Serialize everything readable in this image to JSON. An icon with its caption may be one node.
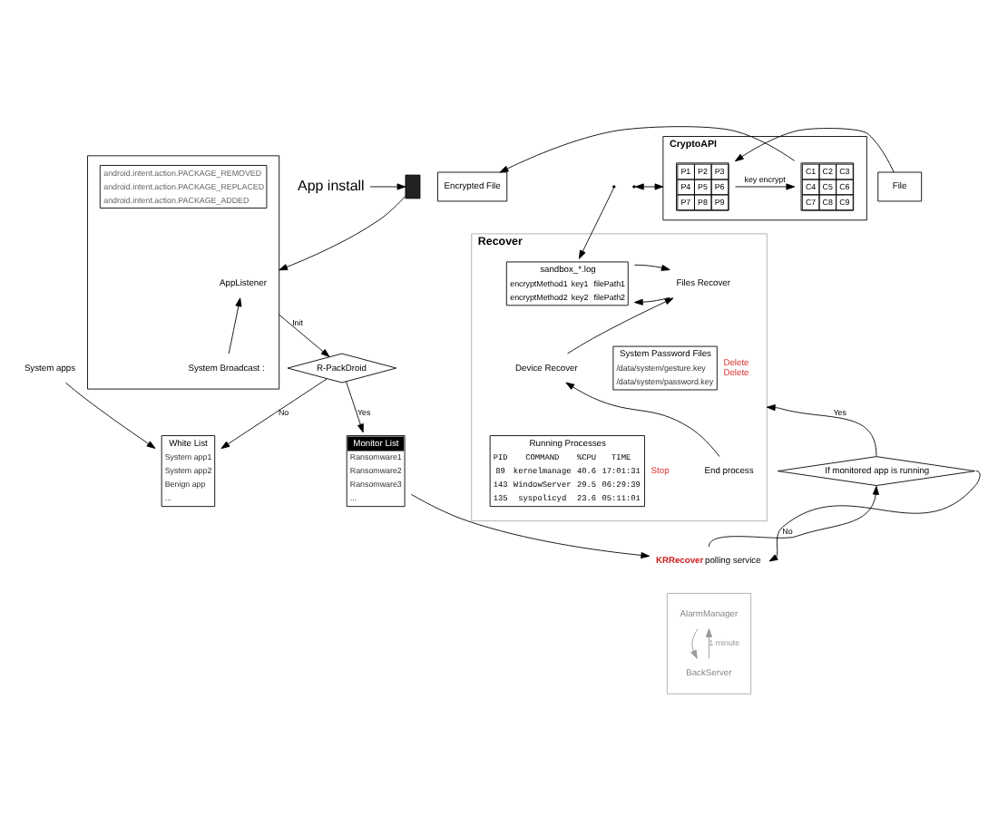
{
  "diagram": {
    "nodes": [
      {
        "text": [
          "App install"
        ]
      },
      {
        "text": [],
        "shape": "box"
      },
      {
        "text": [],
        "shape": "box"
      },
      {
        "text": [
          "AppListener"
        ],
        "in": 2
      },
      {
        "text": [
          "System Broadcast :"
        ],
        "in": 2
      },
      {
        "text": [
          "android.intent.action.PACKAGE_REMOVED",
          "android.intent.action.PACKAGE_REPLACED",
          "android.intent.action.PACKAGE_ADDED"
        ],
        "in": 2
      },
      {
        "text": [
          "R-PackDroid"
        ]
      },
      {
        "text": [
          "System apps"
        ]
      },
      {
        "text": [
          "White List",
          "System app1",
          "System app2",
          "Benign app",
          "..."
        ]
      },
      {
        "text": [
          "Monitor List",
          "Ransomware1",
          "Ransomware2",
          "Ransomware3",
          "..."
        ]
      },
      {
        "text": [
          "CryptoAPI"
        ]
      },
      {
        "text": [
          "P1",
          "P2",
          "P3",
          "P4",
          "P5",
          "P6",
          "P7",
          "P8",
          "P9"
        ],
        "in": 10
      },
      {
        "text": [
          "C1",
          "C2",
          "C3",
          "C4",
          "C5",
          "C6",
          "C7",
          "C8",
          "C9"
        ],
        "in": 10
      },
      {
        "text": [
          "File"
        ]
      },
      {
        "text": [
          "Encrypted File"
        ]
      },
      {
        "text": [
          "Recover"
        ]
      },
      {
        "text": [
          "Files Recover"
        ],
        "in": 15
      },
      {
        "text": [
          "Device Recover"
        ],
        "in": 15
      },
      {
        "text": [
          "End process"
        ],
        "in": 15
      },
      {
        "text": [
          "sandbox_*.log",
          "encryptMethod1",
          "key1",
          "filePath1",
          "encryptMethod2",
          "key2",
          "filePath2"
        ],
        "in": 15
      },
      {
        "text": [
          "System Password Files",
          "/data/system/gesture.key",
          "/data/system/password.key"
        ],
        "beside": [
          "Delete",
          "Delete"
        ],
        "in": 15
      },
      {
        "text": [
          "Running Processes",
          "PID",
          "COMMAND",
          "%CPU",
          "TIME",
          "89",
          "kernelmanage",
          "40.6",
          "17:01:31",
          "143",
          "WindowServer",
          "29.5",
          "06:29:39",
          "135",
          "syspolicyd",
          "23.6",
          "05:11:01"
        ],
        "beside": [
          "Stop"
        ],
        "in": 15
      },
      {
        "text": [
          "If monitored app is running"
        ]
      },
      {
        "text": [
          "KRRecover",
          "polling service"
        ]
      },
      {
        "text": [],
        "shape": "box"
      },
      {
        "text": [
          "AlarmManager"
        ],
        "in": 24
      },
      {
        "text": [
          "BackServer"
        ],
        "in": 24
      }
    ],
    "edges": [
      {
        "from": 0,
        "to": 1,
        "arrow": "to"
      },
      {
        "from": 1,
        "to": 2,
        "arrow": "to"
      },
      {
        "from": 4,
        "to": 3,
        "arrow": "to"
      },
      {
        "from": 2,
        "to": 6,
        "arrow": "to",
        "label": "Init"
      },
      {
        "from": 7,
        "to": 8,
        "arrow": "to"
      },
      {
        "from": 6,
        "to": 8,
        "arrow": "to",
        "label": "No"
      },
      {
        "from": 6,
        "to": 9,
        "arrow": "to",
        "label": "Yes"
      },
      {
        "from": 13,
        "to": 11,
        "arrow": "to"
      },
      {
        "from": 11,
        "to": 12,
        "arrow": "to",
        "label": "key encrypt"
      },
      {
        "from": 12,
        "to": 14,
        "arrow": "to"
      },
      {
        "from": 10,
        "to": null,
        "arrow": "both"
      },
      {
        "from": null,
        "to": 19,
        "arrow": "to"
      },
      {
        "from": 16,
        "to": 19,
        "arrow": "to"
      },
      {
        "from": 19,
        "to": 16,
        "arrow": "to"
      },
      {
        "from": 18,
        "to": 17,
        "arrow": "to"
      },
      {
        "from": 17,
        "to": 16,
        "arrow": "to"
      },
      {
        "from": 9,
        "to": 23,
        "arrow": "to"
      },
      {
        "from": 23,
        "to": 22,
        "arrow": "to"
      },
      {
        "from": 22,
        "to": 15,
        "arrow": "to",
        "label": "Yes"
      },
      {
        "from": 22,
        "to": 23,
        "arrow": "to",
        "label": "No"
      },
      {
        "from": 25,
        "to": 26,
        "arrow": "to",
        "color": "#999999"
      },
      {
        "from": 26,
        "to": 25,
        "arrow": "to",
        "label": "1 minute",
        "color": "#999999"
      }
    ]
  }
}
